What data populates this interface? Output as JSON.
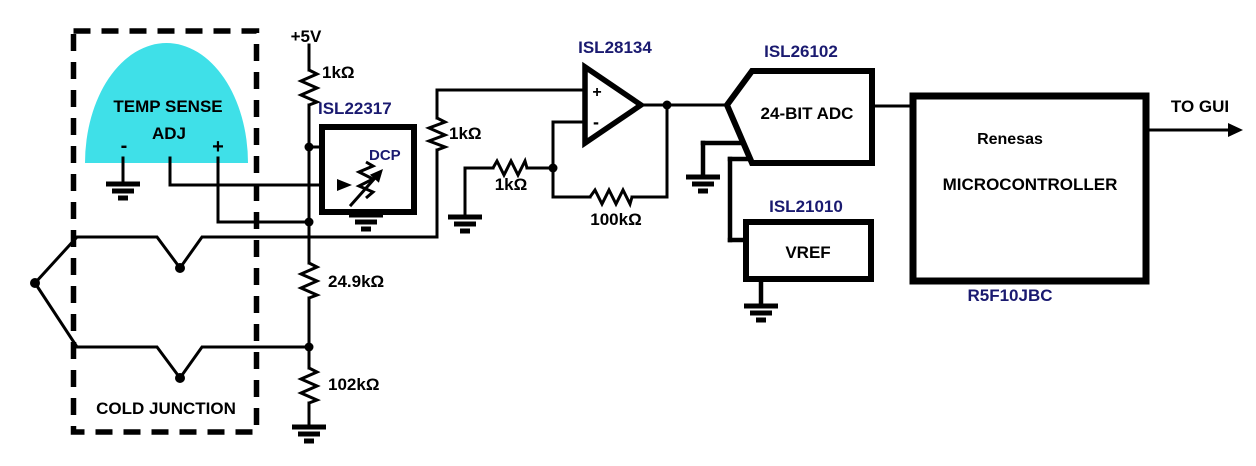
{
  "power": {
    "supply": "+5V"
  },
  "temp_sense": {
    "title": "TEMP SENSE",
    "adj": "ADJ",
    "minus": "-",
    "plus": "+"
  },
  "cold_junction": {
    "label": "COLD JUNCTION"
  },
  "dcp": {
    "part": "ISL22317",
    "label": "DCP"
  },
  "resistors": {
    "r_pullup": "1kΩ",
    "r_input": "1kΩ",
    "r_gain": "1kΩ",
    "r_feedback": "100kΩ",
    "r_divider_top": "24.9kΩ",
    "r_divider_bottom": "102kΩ"
  },
  "opamp": {
    "part": "ISL28134",
    "plus": "+",
    "minus": "-"
  },
  "adc": {
    "part": "ISL26102",
    "label": "24-BIT ADC"
  },
  "vref": {
    "part": "ISL21010",
    "label": "VREF"
  },
  "mcu": {
    "brand": "Renesas",
    "label": "MICROCONTROLLER",
    "part": "R5F10JBC"
  },
  "output": {
    "label": "TO GUI"
  },
  "colors": {
    "sensor_fill": "#3FE0E8",
    "part_label": "#1A1A70",
    "wire": "#000000",
    "background": "#FFFFFF"
  }
}
